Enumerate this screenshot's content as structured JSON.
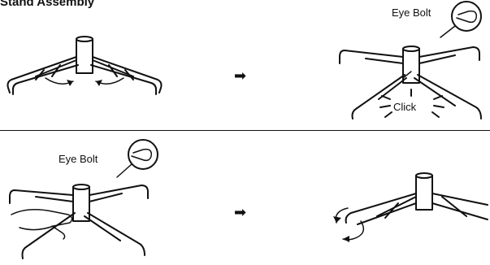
{
  "title": "Stand Assembly",
  "step_arrow_glyph": "➡",
  "steps": [
    {
      "callout": "",
      "action": ""
    },
    {
      "callout": "Eye Bolt",
      "action": "Click"
    },
    {
      "callout": "Eye Bolt",
      "action": ""
    },
    {
      "callout": "",
      "action": ""
    }
  ]
}
